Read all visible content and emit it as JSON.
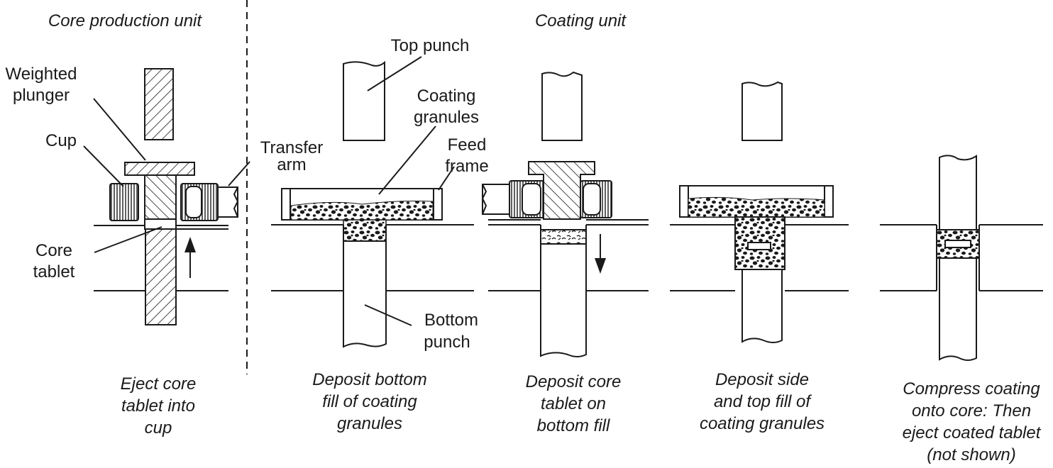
{
  "headers": {
    "core_unit": "Core production unit",
    "coating_unit": "Coating unit"
  },
  "labels": {
    "weighted_plunger_1": "Weighted",
    "weighted_plunger_2": "plunger",
    "cup": "Cup",
    "core_tablet_1": "Core",
    "core_tablet_2": "tablet",
    "transfer_arm_1": "Transfer",
    "transfer_arm_2": "arm",
    "top_punch": "Top punch",
    "coating_granules_1": "Coating",
    "coating_granules_2": "granules",
    "feed_frame_1": "Feed",
    "feed_frame_2": "frame",
    "bottom_punch_1": "Bottom",
    "bottom_punch_2": "punch"
  },
  "captions": {
    "step1": [
      "Eject core",
      "tablet into",
      "cup"
    ],
    "step2": [
      "Deposit bottom",
      "fill of coating",
      "granules"
    ],
    "step3": [
      "Deposit core",
      "tablet on",
      "bottom fill"
    ],
    "step4": [
      "Deposit side",
      "and top fill of",
      "coating granules"
    ],
    "step5": [
      "Compress coating",
      "onto core: Then",
      "eject coated tablet",
      "(not shown)"
    ]
  },
  "colors": {
    "ink": "#1a1a1a",
    "background": "#ffffff"
  }
}
